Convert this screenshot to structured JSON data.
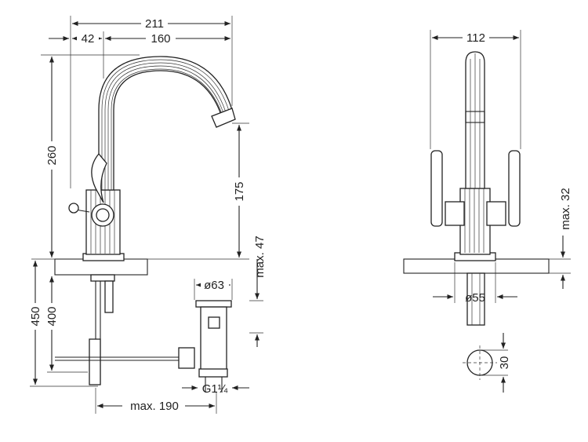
{
  "dimensions": {
    "overall_reach": "211",
    "lever_offset": "42",
    "spout_reach": "160",
    "total_height": "260",
    "spout_height": "175",
    "deck_max": "max. 47",
    "side_width": "112",
    "lever_max": "max. 32",
    "hose_len_450": "450",
    "hose_len_400": "400",
    "waste_dia": "ø63",
    "waste_thread": "G1¼",
    "drain_max": "max. 190",
    "base_dia": "ø55",
    "hole_dia": "30"
  },
  "colors": {
    "line": "#222222",
    "background": "#ffffff"
  }
}
